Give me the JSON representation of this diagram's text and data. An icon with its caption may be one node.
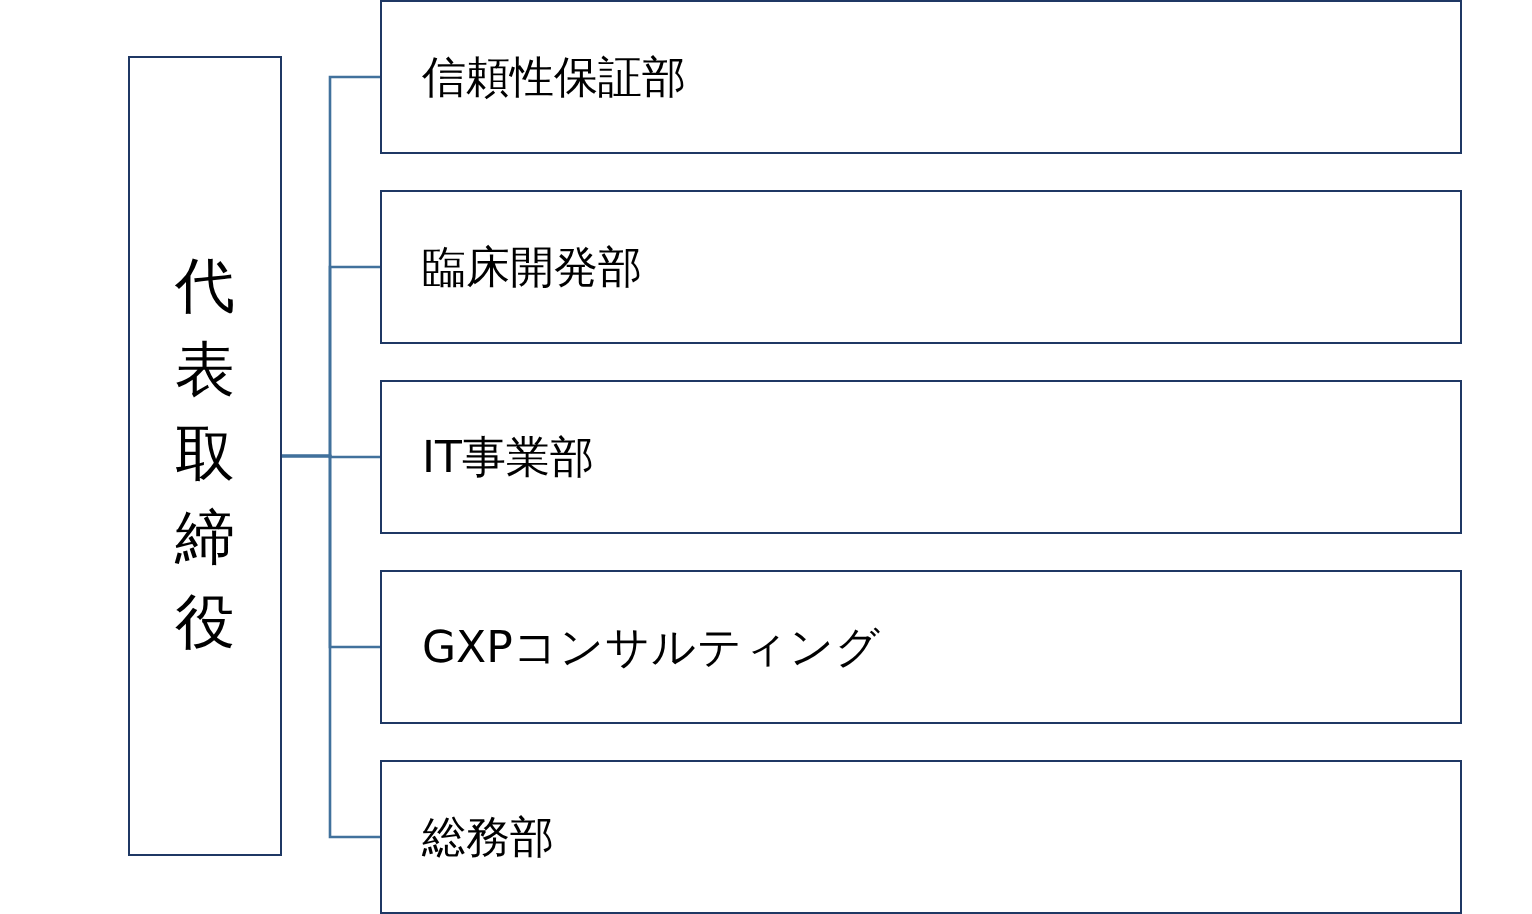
{
  "diagram": {
    "nodes": [
      {
        "text": [
          "代表取締役"
        ]
      },
      {
        "text": [
          "信頼性保証部"
        ]
      },
      {
        "text": [
          "臨床開発部"
        ]
      },
      {
        "text": [
          "IT事業部"
        ]
      },
      {
        "text": [
          "GXPコンサルティング"
        ]
      },
      {
        "text": [
          "総務部"
        ]
      }
    ],
    "edges": [
      {
        "from": 0,
        "to": 1,
        "arrow": "none"
      },
      {
        "from": 0,
        "to": 2,
        "arrow": "none"
      },
      {
        "from": 0,
        "to": 3,
        "arrow": "none"
      },
      {
        "from": 0,
        "to": 4,
        "arrow": "none"
      },
      {
        "from": 0,
        "to": 5,
        "arrow": "none"
      }
    ]
  }
}
